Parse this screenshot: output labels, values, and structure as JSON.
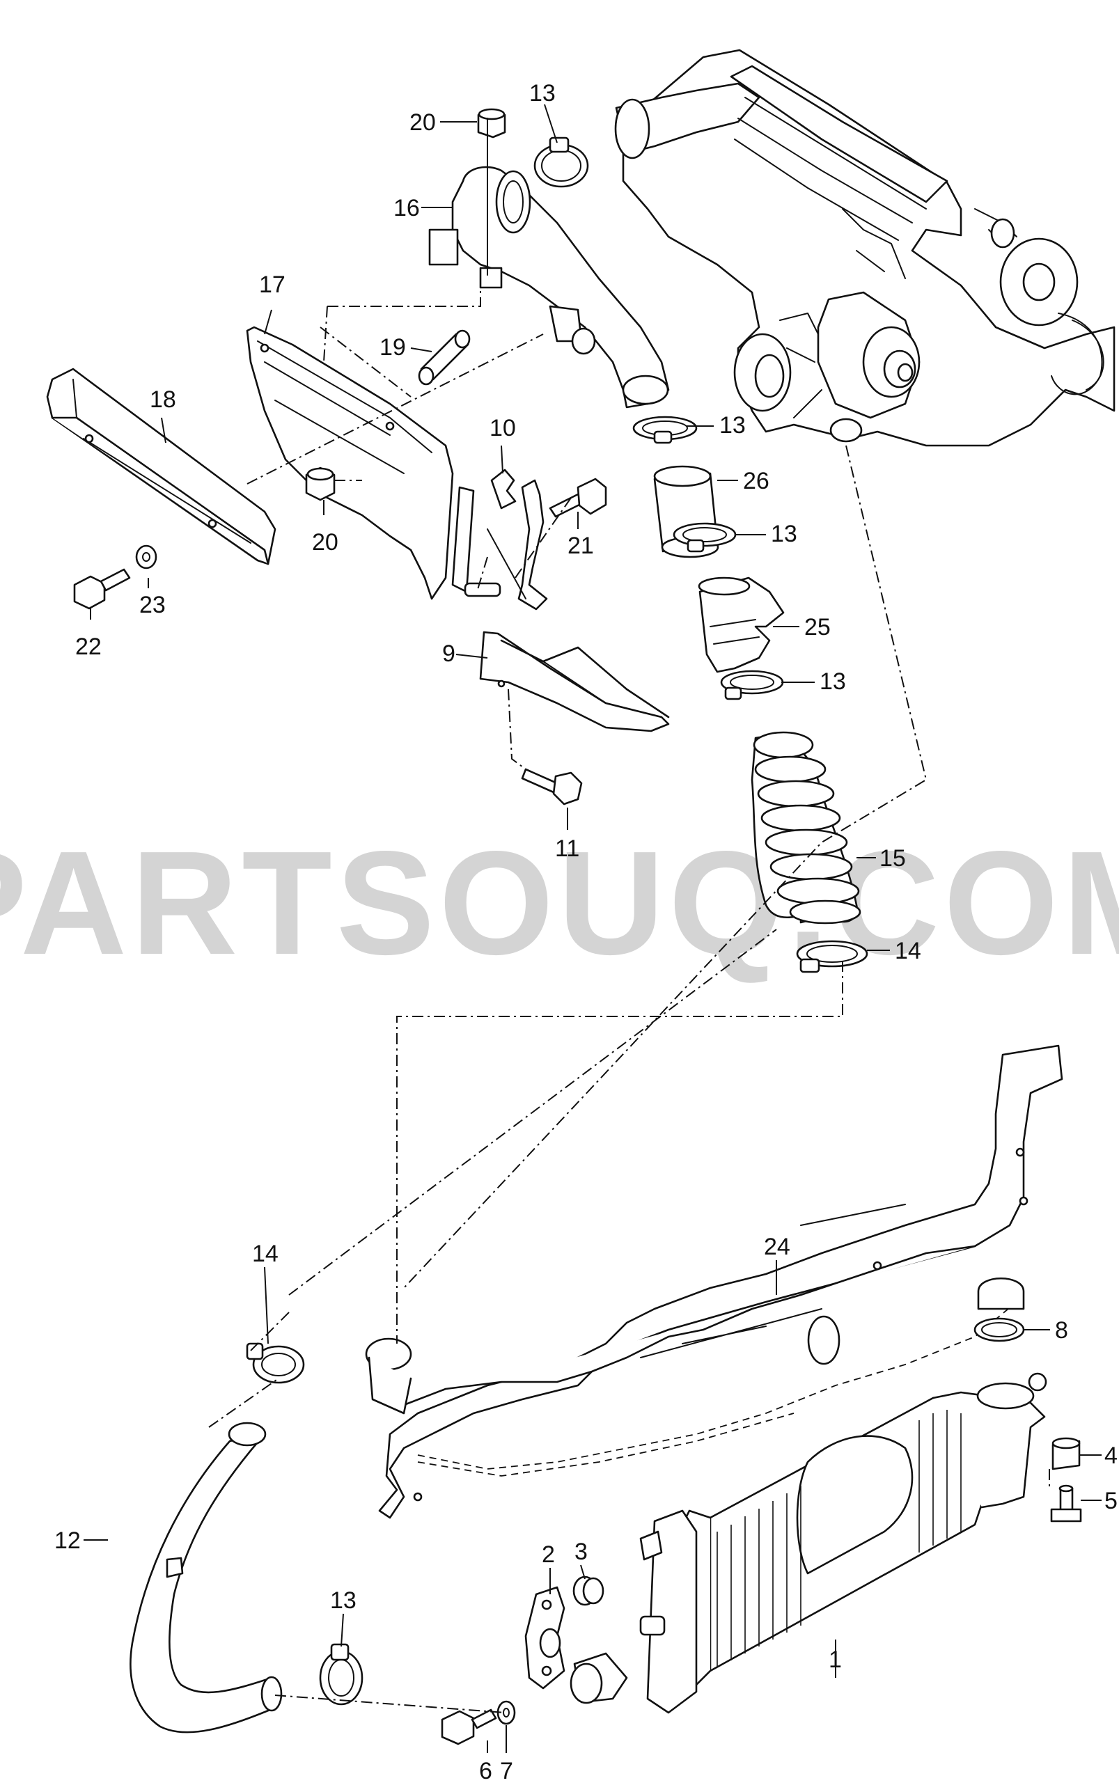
{
  "watermark": "PARTSOUQ.COM",
  "callouts": [
    {
      "id": "c20a",
      "label": "20"
    },
    {
      "id": "c13a",
      "label": "13"
    },
    {
      "id": "c16",
      "label": "16"
    },
    {
      "id": "c17",
      "label": "17"
    },
    {
      "id": "c19",
      "label": "19"
    },
    {
      "id": "c18",
      "label": "18"
    },
    {
      "id": "c13b",
      "label": "13"
    },
    {
      "id": "c10",
      "label": "10"
    },
    {
      "id": "c26",
      "label": "26"
    },
    {
      "id": "c20b",
      "label": "20"
    },
    {
      "id": "c21",
      "label": "21"
    },
    {
      "id": "c13c",
      "label": "13"
    },
    {
      "id": "c23",
      "label": "23"
    },
    {
      "id": "c22",
      "label": "22"
    },
    {
      "id": "c25",
      "label": "25"
    },
    {
      "id": "c9",
      "label": "9"
    },
    {
      "id": "c13d",
      "label": "13"
    },
    {
      "id": "c11",
      "label": "11"
    },
    {
      "id": "c15",
      "label": "15"
    },
    {
      "id": "c14a",
      "label": "14"
    },
    {
      "id": "c8",
      "label": "8"
    },
    {
      "id": "c24",
      "label": "24"
    },
    {
      "id": "c14b",
      "label": "14"
    },
    {
      "id": "c4",
      "label": "4"
    },
    {
      "id": "c5",
      "label": "5"
    },
    {
      "id": "c12",
      "label": "12"
    },
    {
      "id": "c3",
      "label": "3"
    },
    {
      "id": "c2",
      "label": "2"
    },
    {
      "id": "c13e",
      "label": "13"
    },
    {
      "id": "c1",
      "label": "1"
    },
    {
      "id": "c6",
      "label": "6"
    },
    {
      "id": "c7",
      "label": "7"
    }
  ]
}
